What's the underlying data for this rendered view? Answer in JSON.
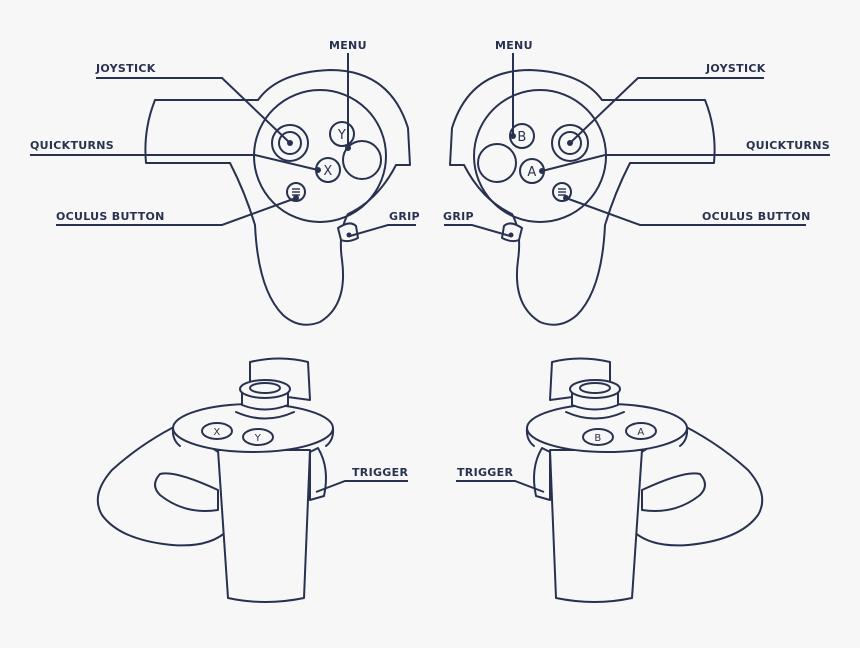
{
  "colors": {
    "line": "#283250",
    "background": "#f7f7f7"
  },
  "left_top": {
    "joystick": "JOYSTICK",
    "menu": "MENU",
    "quickturns": "QUICKTURNS",
    "oculus_button": "OCULUS BUTTON",
    "grip": "GRIP",
    "button_x": "X",
    "button_y": "Y"
  },
  "right_top": {
    "joystick": "JOYSTICK",
    "menu": "MENU",
    "quickturns": "QUICKTURNS",
    "oculus_button": "OCULUS BUTTON",
    "grip": "GRIP",
    "button_a": "A",
    "button_b": "B"
  },
  "left_bottom": {
    "trigger": "TRIGGER",
    "button_x": "X",
    "button_y": "Y"
  },
  "right_bottom": {
    "trigger": "TRIGGER",
    "button_a": "A",
    "button_b": "B"
  }
}
